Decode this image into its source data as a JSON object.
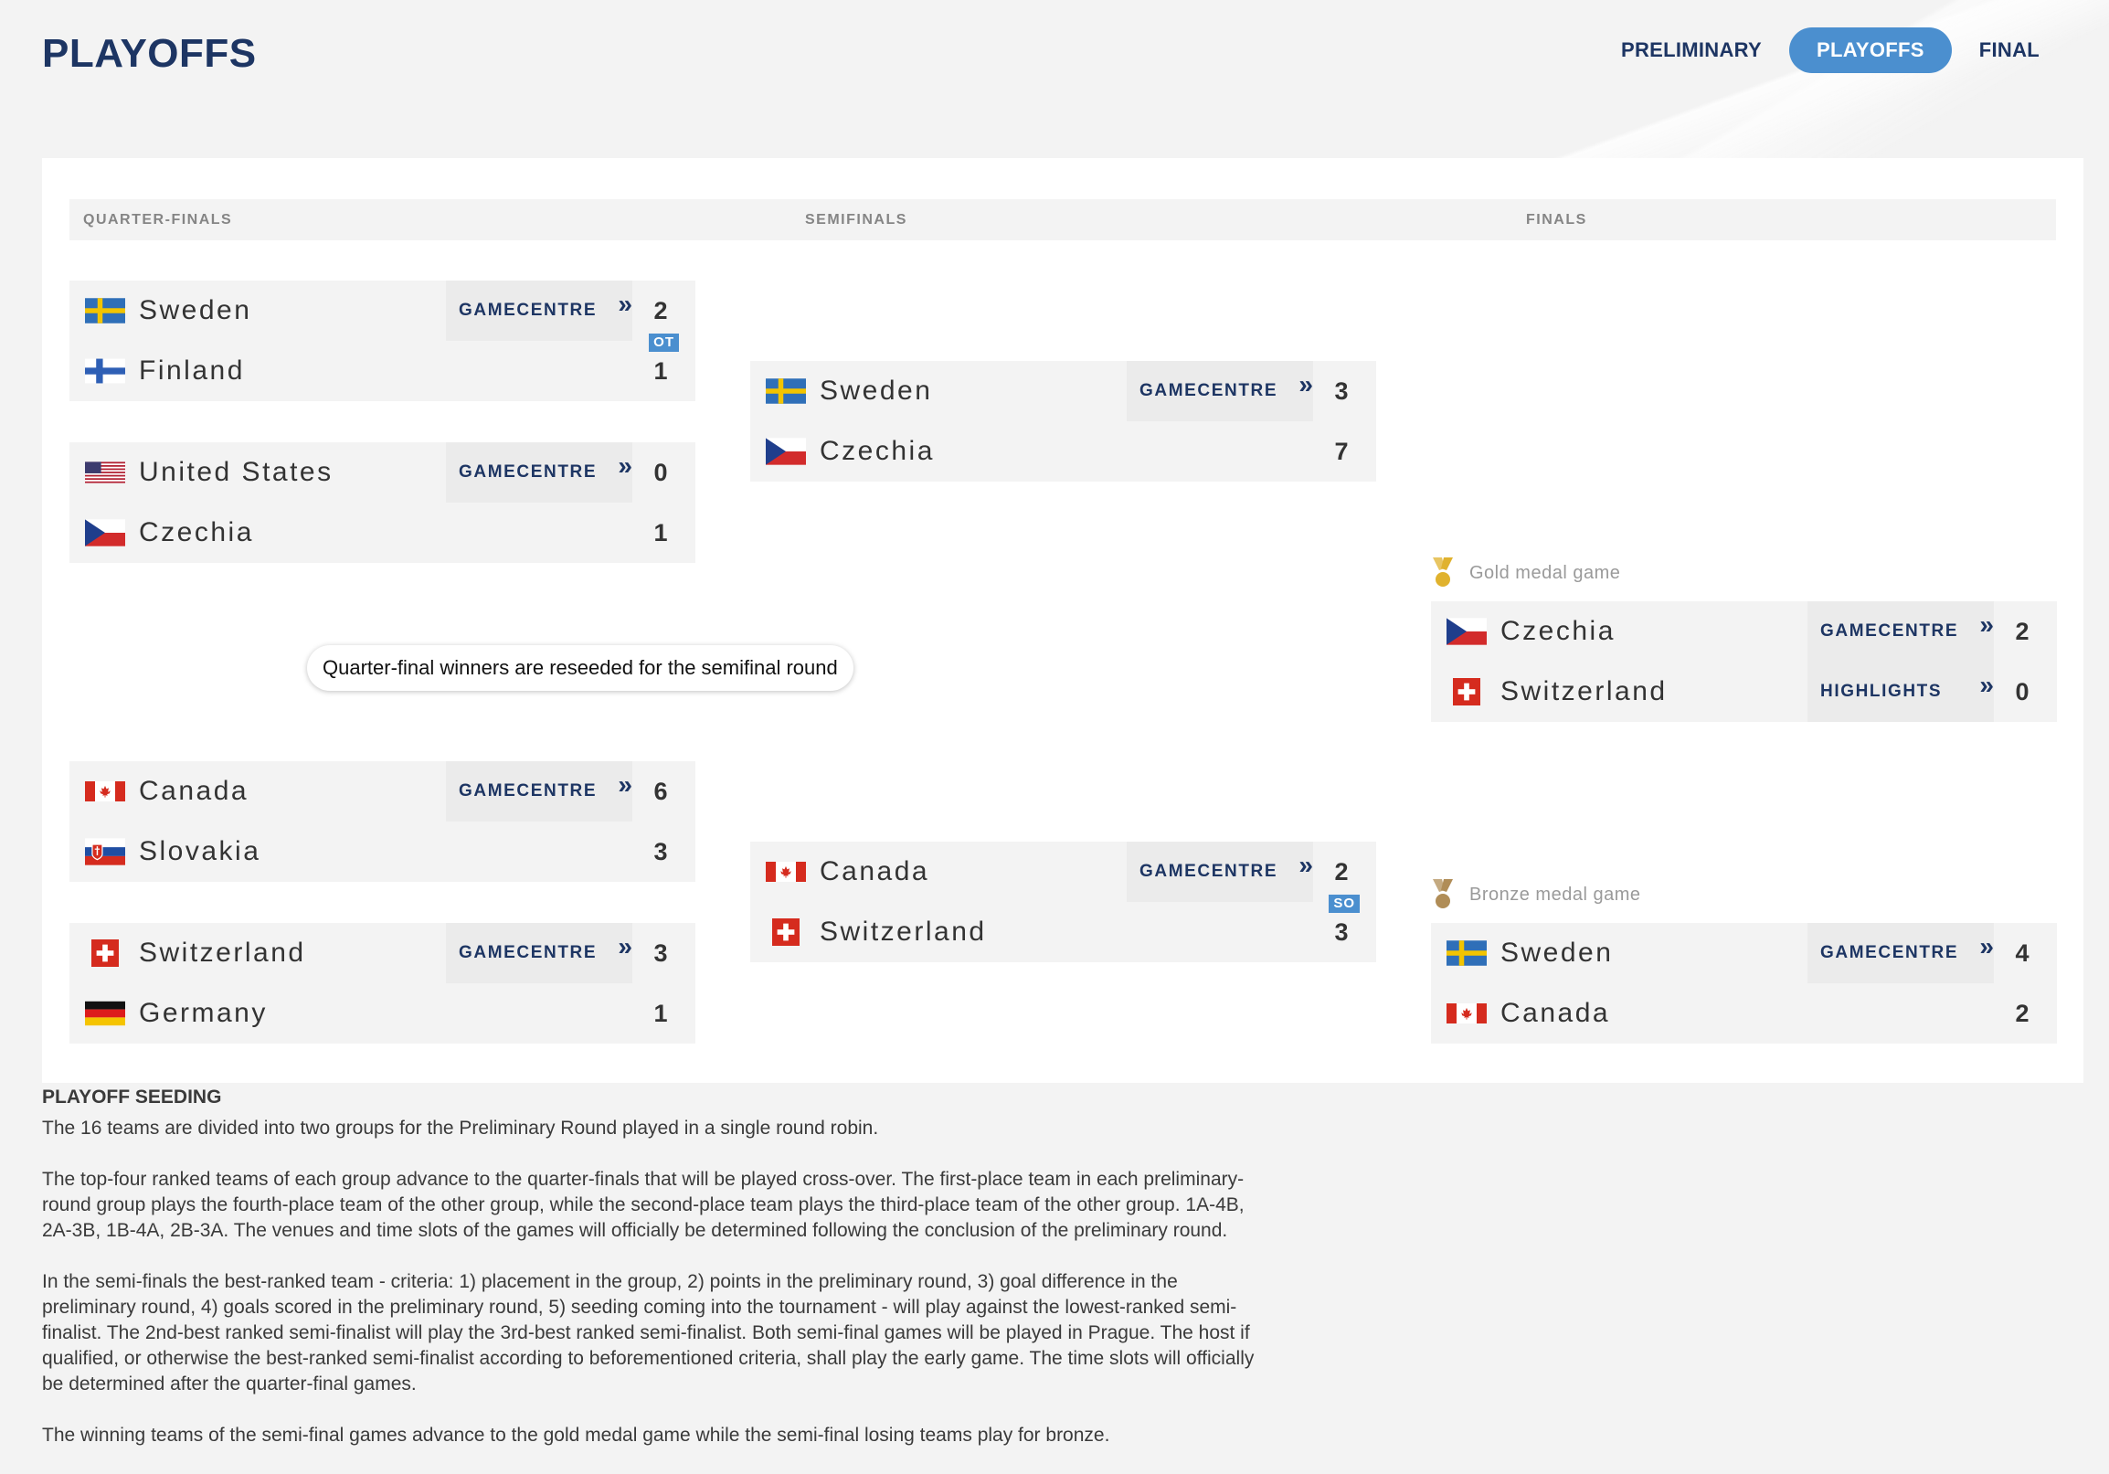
{
  "page": {
    "title": "PLAYOFFS"
  },
  "nav": {
    "tabs": [
      {
        "label": "PRELIMINARY",
        "active": false
      },
      {
        "label": "PLAYOFFS",
        "active": true
      },
      {
        "label": "FINAL",
        "active": false
      }
    ]
  },
  "rounds": {
    "quarterfinals": "QUARTER-FINALS",
    "semifinals": "SEMIFINALS",
    "finals": "FINALS"
  },
  "games": {
    "qf1": {
      "team1": {
        "name": "Sweden",
        "score": "2",
        "flag": "sweden-flag"
      },
      "team2": {
        "name": "Finland",
        "score": "1",
        "flag": "finland-flag"
      },
      "link1": "GAMECENTRE",
      "badge": "OT"
    },
    "qf2": {
      "team1": {
        "name": "United States",
        "score": "0",
        "flag": "usa-flag"
      },
      "team2": {
        "name": "Czechia",
        "score": "1",
        "flag": "czechia-flag"
      },
      "link1": "GAMECENTRE"
    },
    "qf3": {
      "team1": {
        "name": "Canada",
        "score": "6",
        "flag": "canada-flag"
      },
      "team2": {
        "name": "Slovakia",
        "score": "3",
        "flag": "slovakia-flag"
      },
      "link1": "GAMECENTRE"
    },
    "qf4": {
      "team1": {
        "name": "Switzerland",
        "score": "3",
        "flag": "switzerland-flag"
      },
      "team2": {
        "name": "Germany",
        "score": "1",
        "flag": "germany-flag"
      },
      "link1": "GAMECENTRE"
    },
    "sf1": {
      "team1": {
        "name": "Sweden",
        "score": "3",
        "flag": "sweden-flag"
      },
      "team2": {
        "name": "Czechia",
        "score": "7",
        "flag": "czechia-flag"
      },
      "link1": "GAMECENTRE"
    },
    "sf2": {
      "team1": {
        "name": "Canada",
        "score": "2",
        "flag": "canada-flag"
      },
      "team2": {
        "name": "Switzerland",
        "score": "3",
        "flag": "switzerland-flag"
      },
      "link1": "GAMECENTRE",
      "badge": "SO"
    },
    "gold": {
      "title": "Gold medal game",
      "medal_color": "#e0b22e",
      "team1": {
        "name": "Czechia",
        "score": "2",
        "flag": "czechia-flag"
      },
      "team2": {
        "name": "Switzerland",
        "score": "0",
        "flag": "switzerland-flag"
      },
      "link1": "GAMECENTRE",
      "link2": "HIGHLIGHTS"
    },
    "bronze": {
      "title": "Bronze medal game",
      "medal_color": "#b08d57",
      "team1": {
        "name": "Sweden",
        "score": "4",
        "flag": "sweden-flag"
      },
      "team2": {
        "name": "Canada",
        "score": "2",
        "flag": "canada-flag"
      },
      "link1": "GAMECENTRE"
    }
  },
  "reseed_note": "Quarter-final winners are reseeded for the semifinal round",
  "seeding": {
    "title": "PLAYOFF SEEDING",
    "paragraphs": [
      "The 16 teams are divided into two groups for the Preliminary Round played in a single round robin.",
      "The top-four ranked teams of each group advance to the quarter-finals that will be played cross-over. The first-place team in each preliminary-round group plays the fourth-place team of the other group, while the second-place team plays the third-place team of the other group. 1A-4B, 2A-3B, 1B-4A, 2B-3A. The venues and time slots of the games will officially be determined following the conclusion of the preliminary round.",
      "In the semi-finals the best-ranked team - criteria: 1) placement in the group, 2) points in the preliminary round, 3) goal difference in the preliminary round, 4) goals scored in the preliminary round, 5) seeding coming into the tournament - will play against the lowest-ranked semi-finalist. The 2nd-best ranked semi-finalist will play the 3rd-best ranked semi-finalist. Both semi-final games will be played in Prague. The host if qualified, or otherwise the best-ranked semi-finalist according to beforementioned criteria, shall play the early game. The time slots will officially be determined after the quarter-final games.",
      "The winning teams of the semi-final games advance to the gold medal game while the semi-final losing teams play for bronze."
    ]
  },
  "colors": {
    "brand_navy": "#1d3563",
    "accent_blue": "#4b8fcf",
    "card_bg": "#f3f3f3"
  }
}
